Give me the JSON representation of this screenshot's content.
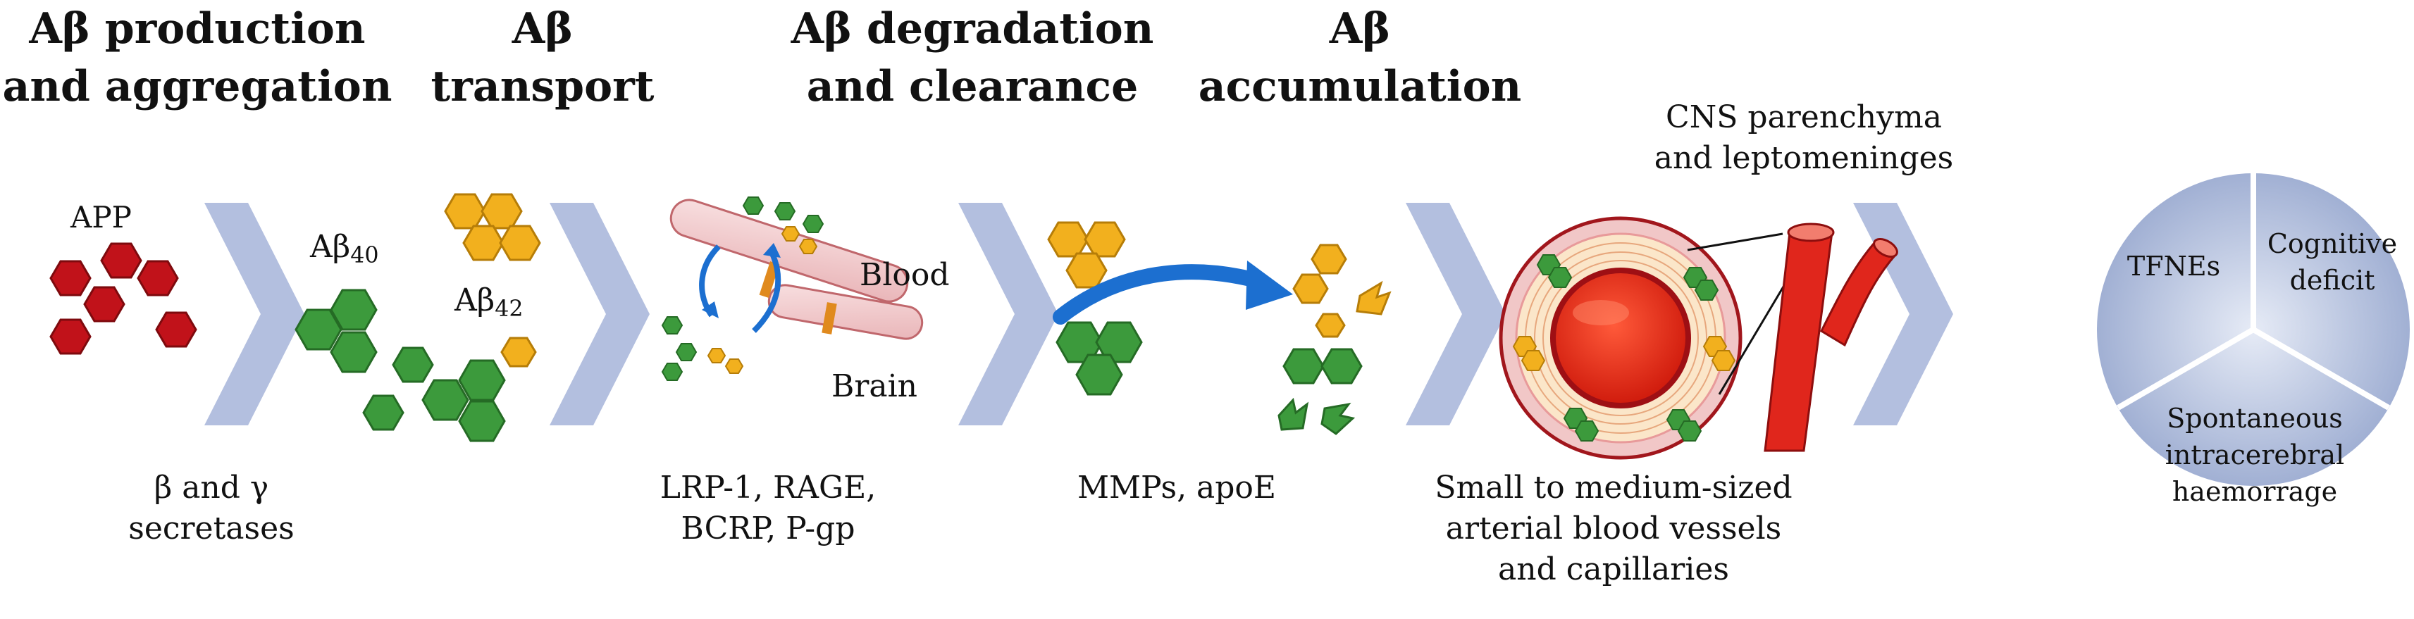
{
  "steps": [
    {
      "title_line1": "Aβ production",
      "title_line2": "and aggregation",
      "caption_line1": "β and γ",
      "caption_line2": "secretases"
    },
    {
      "title_line1": "Aβ",
      "title_line2": "transport",
      "caption_line1": "LRP-1, RAGE,",
      "caption_line2": "BCRP, P-gp"
    },
    {
      "title_line1": "Aβ degradation",
      "title_line2": "and clearance",
      "caption_line1": "MMPs, apoE"
    },
    {
      "title_line1": "Aβ",
      "title_line2": "accumulation",
      "caption_line1": "Small to medium-sized",
      "caption_line2": "arterial blood vessels",
      "caption_line3": "and capillaries"
    }
  ],
  "labels": {
    "app": "APP",
    "ab40_base": "Aβ",
    "ab40_sub": "40",
    "ab42_base": "Aβ",
    "ab42_sub": "42",
    "blood": "Blood",
    "brain": "Brain",
    "cns_line1": "CNS parenchyma",
    "cns_line2": "and leptomeninges"
  },
  "outcomes": {
    "left": "TFNEs",
    "right_line1": "Cognitive",
    "right_line2": "deficit",
    "bottom_line1": "Spontaneous",
    "bottom_line2": "intracerebral",
    "bottom_line3": "haemorrage"
  },
  "colors": {
    "chevron": "#b3bfdf",
    "app_red": "#c1121a",
    "green": "#3c9a3c",
    "yellow": "#f2b01e",
    "arrow_blue": "#1c6fd0",
    "pie": "#a8b6d6"
  }
}
